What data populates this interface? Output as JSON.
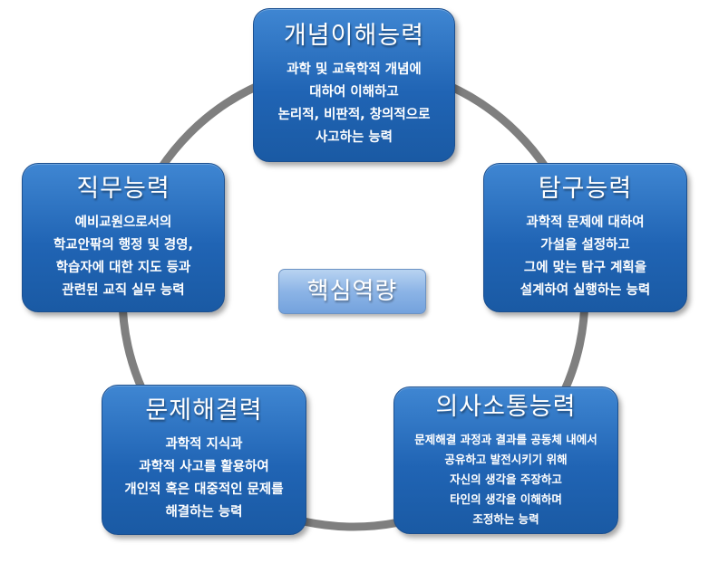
{
  "center_label": "핵심역량",
  "competencies": {
    "top": {
      "title": "개념이해능력",
      "lines": [
        "과학 및 교육학적 개념에",
        "대하여 이해하고",
        "논리적, 비판적, 창의적으로",
        "사고하는 능력"
      ]
    },
    "left": {
      "title": "직무능력",
      "lines": [
        "예비교원으로서의",
        "학교안팎의 행정 및 경영,",
        "학습자에 대한 지도 등과",
        "관련된 교직 실무 능력"
      ]
    },
    "right": {
      "title": "탐구능력",
      "lines": [
        "과학적 문제에 대하여",
        "가설을 설정하고",
        "그에 맞는 탐구 계획을",
        "설계하여 실행하는 능력"
      ]
    },
    "bottom_left": {
      "title": "문제해결력",
      "lines": [
        "과학적 지식과",
        "과학적 사고를 활용하여",
        "개인적 혹은 대중적인 문제를",
        "해결하는 능력"
      ]
    },
    "bottom_right": {
      "title": "의사소통능력",
      "lines": [
        "문제해결 과정과 결과를 공동체 내에서",
        "공유하고 발전시키기 위해",
        "자신의 생각을 주장하고",
        "타인의 생각을 이해하며",
        "조정하는 능력"
      ]
    }
  },
  "colors": {
    "box_fill": "#2a6fc0",
    "center_fill": "#8cb4e6",
    "ring": "#7f7f7f"
  }
}
